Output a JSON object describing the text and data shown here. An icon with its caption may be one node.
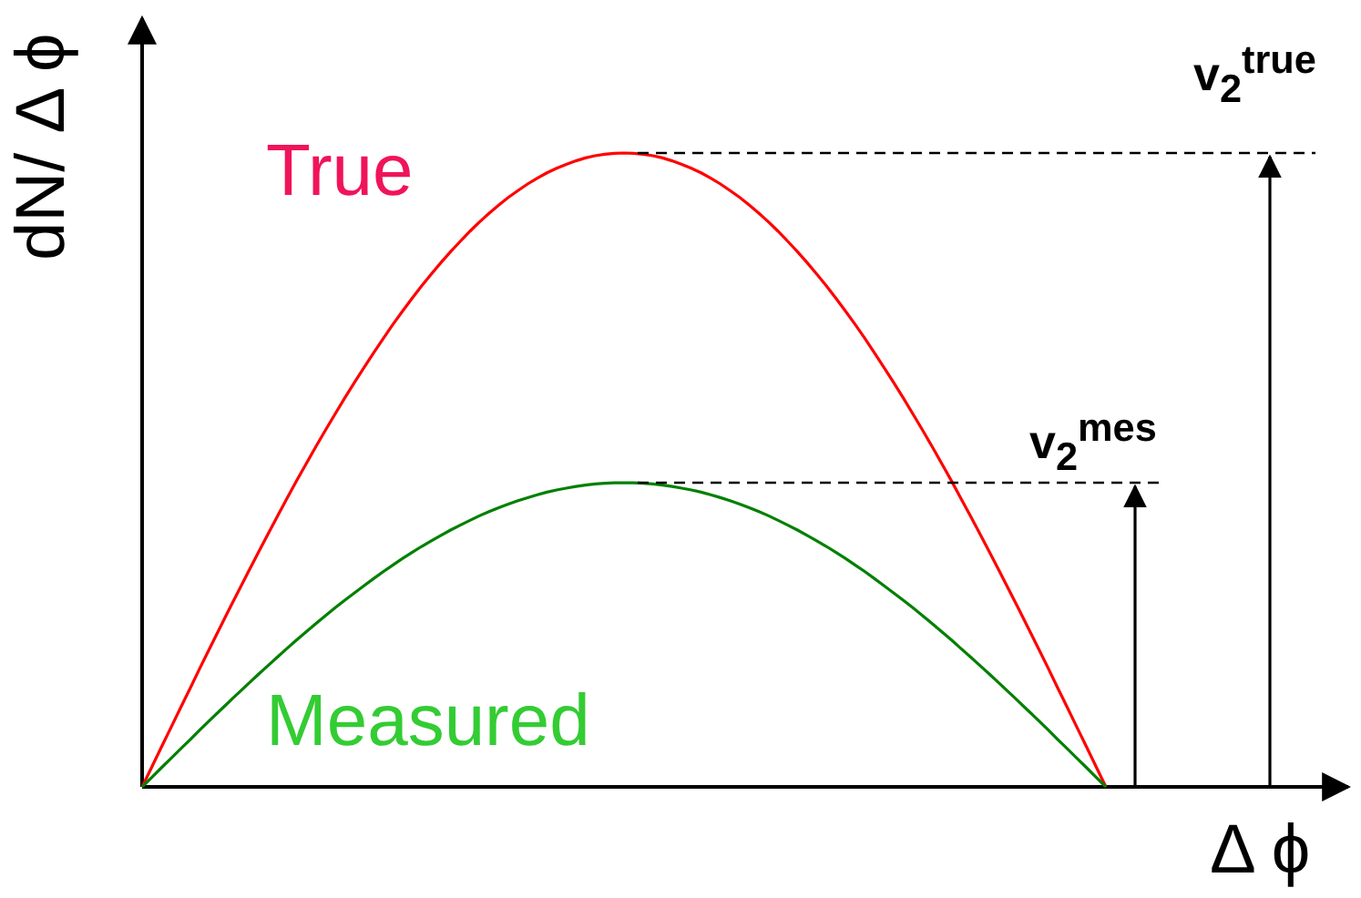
{
  "diagram": {
    "labels": [
      "dN/ Δ ϕ",
      "True",
      "v$_{2}$$^{true}$",
      "v$_{2}$$^{mes}$",
      "Measured",
      "Δ ϕ"
    ]
  }
}
